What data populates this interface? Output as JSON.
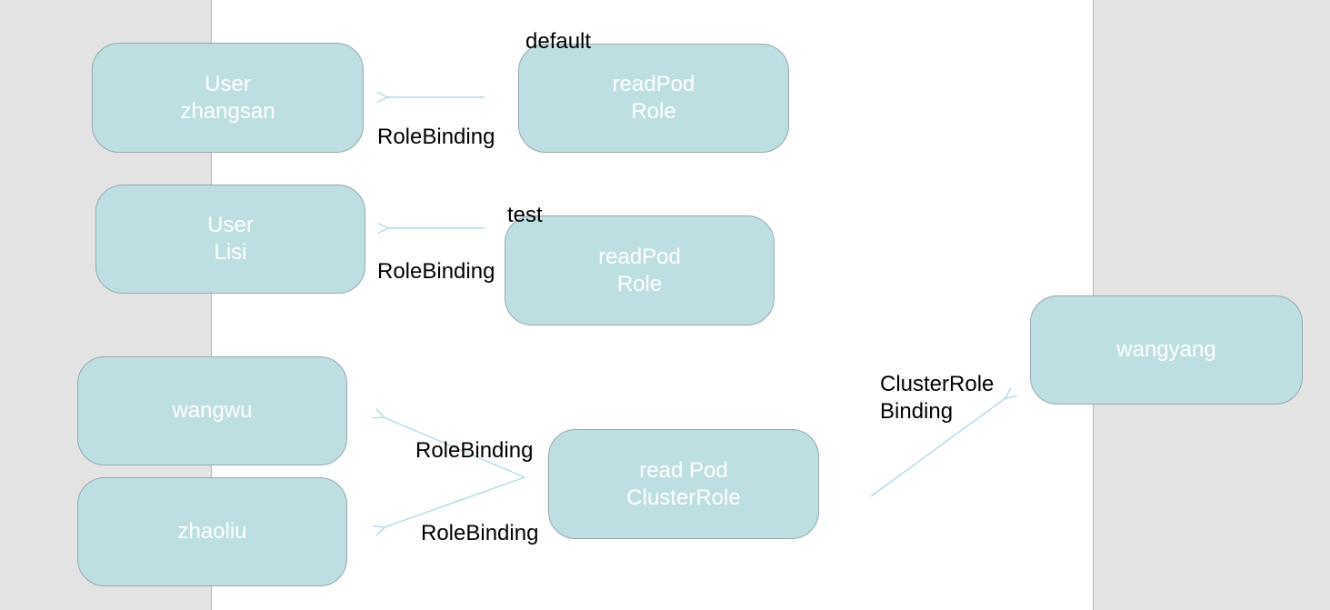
{
  "diagram": {
    "title_hint": "Kubernetes RBAC roles and bindings diagram on slide canvas",
    "nodes": [
      {
        "id": "user-zhangsan",
        "line1": "User",
        "line2": "zhangsan"
      },
      {
        "id": "role-default",
        "line1": "readPod",
        "line2": "Role"
      },
      {
        "id": "user-lisi",
        "line1": "User",
        "line2": "Lisi"
      },
      {
        "id": "role-test",
        "line1": "readPod",
        "line2": "Role"
      },
      {
        "id": "wangwu",
        "line1": "wangwu",
        "line2": ""
      },
      {
        "id": "zhaoliu",
        "line1": "zhaoliu",
        "line2": ""
      },
      {
        "id": "cluster-role",
        "line1": "read Pod",
        "line2": "ClusterRole"
      },
      {
        "id": "wangyang",
        "line1": "wangyang",
        "line2": ""
      }
    ],
    "labels": {
      "namespace_default": "default",
      "namespace_test": "test",
      "rolebinding_zhangsan": "RoleBinding",
      "rolebinding_lisi": "RoleBinding",
      "rolebinding_wangwu": "RoleBinding",
      "rolebinding_zhaoliu": "RoleBinding",
      "clusterrolebinding_line1": "ClusterRole",
      "clusterrolebinding_line2": "Binding"
    },
    "edges": [
      {
        "from": "readPod Role (default)",
        "to": "User zhangsan",
        "label": "RoleBinding"
      },
      {
        "from": "readPod Role (test)",
        "to": "User Lisi",
        "label": "RoleBinding"
      },
      {
        "from": "read Pod ClusterRole",
        "to": "wangwu",
        "label": "RoleBinding"
      },
      {
        "from": "read Pod ClusterRole",
        "to": "zhaoliu",
        "label": "RoleBinding"
      },
      {
        "from": "read Pod ClusterRole",
        "to": "wangyang",
        "label": "ClusterRoleBinding"
      }
    ],
    "colors": {
      "node_fill": "#bedfe2",
      "node_border": "#94a9ae",
      "node_text": "#ffffff",
      "arrow": "#b2dae4",
      "label_text": "#000000",
      "app_background": "#e3e3e3",
      "slide_background": "#ffffff",
      "slide_edge": "#b3b3b3"
    }
  }
}
